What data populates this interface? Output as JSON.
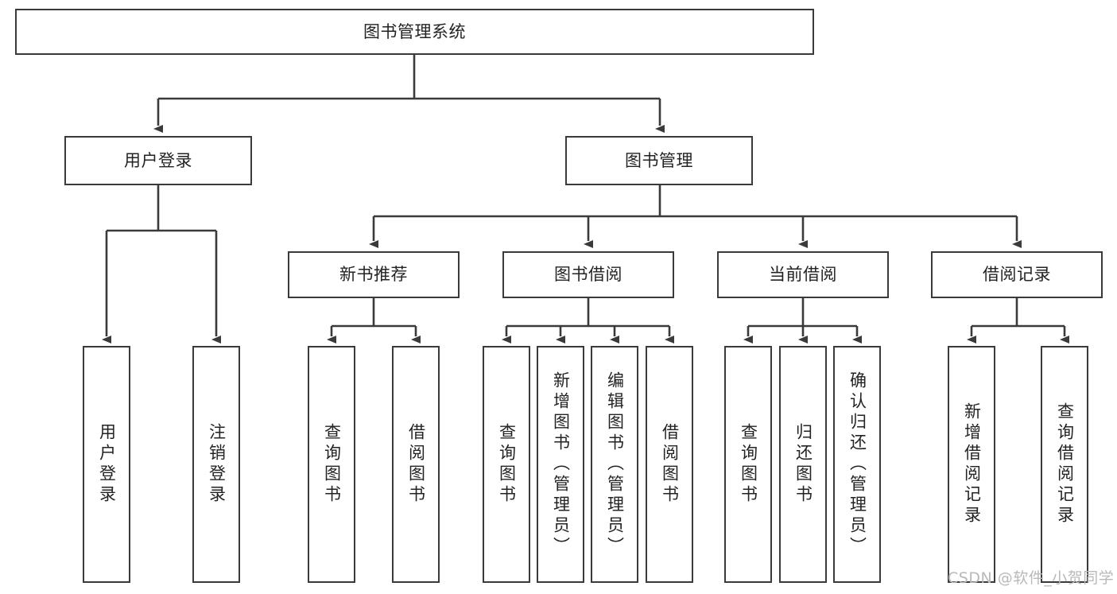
{
  "diagram": {
    "title": "图书管理系统",
    "type": "tree-hierarchy",
    "watermark": "CSDN @软件_小贺同学",
    "colors": {
      "box_border": "#3a3a3a",
      "box_fill": "#ffffff",
      "connector": "#3a3a3a",
      "text": "#232323",
      "watermark": "#b9b9b9",
      "background": "#ffffff"
    },
    "levels": {
      "root": {
        "label": "图书管理系统"
      },
      "level2": [
        {
          "label": "用户登录"
        },
        {
          "label": "图书管理"
        }
      ],
      "level3": [
        {
          "label": "新书推荐"
        },
        {
          "label": "图书借阅"
        },
        {
          "label": "当前借阅"
        },
        {
          "label": "借阅记录"
        }
      ],
      "leaves": {
        "user_login": [
          {
            "label": "用户登录"
          },
          {
            "label": "注销登录"
          }
        ],
        "new_book_recommend": [
          {
            "label": "查询图书"
          },
          {
            "label": "借阅图书"
          }
        ],
        "book_borrow": [
          {
            "label": "查询图书"
          },
          {
            "label": "新增图书（管理员）"
          },
          {
            "label": "编辑图书（管理员）"
          },
          {
            "label": "借阅图书"
          }
        ],
        "current_borrow": [
          {
            "label": "查询图书"
          },
          {
            "label": "归还图书"
          },
          {
            "label": "确认归还（管理员）"
          }
        ],
        "borrow_records": [
          {
            "label": "新增借阅记录"
          },
          {
            "label": "查询借阅记录"
          }
        ]
      }
    }
  }
}
